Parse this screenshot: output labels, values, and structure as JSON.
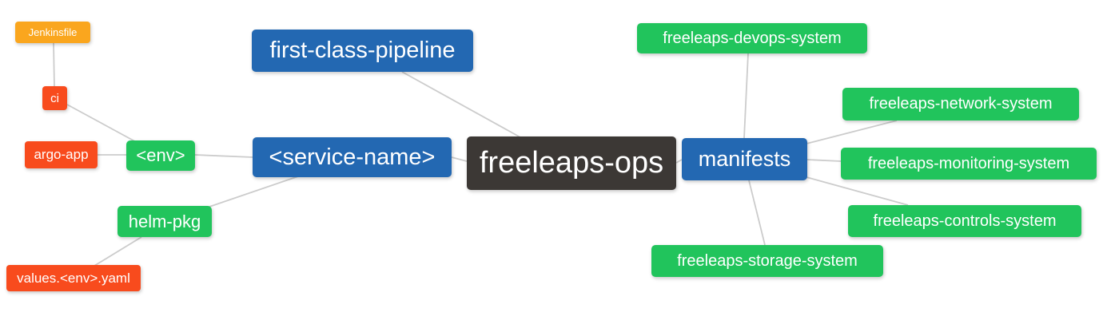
{
  "diagram": {
    "title": "freeleaps-ops repository structure mind map",
    "palette": {
      "root_dark": "#3C3835",
      "branch_blue": "#2368B2",
      "leaf_green": "#21C45C",
      "leaf_red": "#F84B1D",
      "leaf_amber": "#FAA61E",
      "edge_gray": "#CCCCCC",
      "text": "#FFFFFF",
      "background": "#FFFFFF"
    },
    "nodes": {
      "freeleaps_ops": {
        "label": "freeleaps-ops",
        "color": "#3C3835"
      },
      "first_class_pipeline": {
        "label": "first-class-pipeline",
        "color": "#2368B2"
      },
      "service_name": {
        "label": "<service-name>",
        "color": "#2368B2"
      },
      "manifests": {
        "label": "manifests",
        "color": "#2368B2"
      },
      "env": {
        "label": "<env>",
        "color": "#21C45C"
      },
      "helm_pkg": {
        "label": "helm-pkg",
        "color": "#21C45C"
      },
      "ci": {
        "label": "ci",
        "color": "#F84B1D"
      },
      "argo_app": {
        "label": "argo-app",
        "color": "#F84B1D"
      },
      "jenkinsfile": {
        "label": "Jenkinsfile",
        "color": "#FAA61E"
      },
      "values_env_yaml": {
        "label": "values.<env>.yaml",
        "color": "#F84B1D"
      },
      "devops_system": {
        "label": "freeleaps-devops-system",
        "color": "#21C45C"
      },
      "network_system": {
        "label": "freeleaps-network-system",
        "color": "#21C45C"
      },
      "monitoring_system": {
        "label": "freeleaps-monitoring-system",
        "color": "#21C45C"
      },
      "controls_system": {
        "label": "freeleaps-controls-system",
        "color": "#21C45C"
      },
      "storage_system": {
        "label": "freeleaps-storage-system",
        "color": "#21C45C"
      }
    },
    "edges": [
      {
        "from": "freeleaps_ops",
        "to": "first_class_pipeline"
      },
      {
        "from": "freeleaps_ops",
        "to": "service_name"
      },
      {
        "from": "freeleaps_ops",
        "to": "manifests"
      },
      {
        "from": "service_name",
        "to": "env"
      },
      {
        "from": "service_name",
        "to": "helm_pkg"
      },
      {
        "from": "env",
        "to": "ci"
      },
      {
        "from": "env",
        "to": "argo_app"
      },
      {
        "from": "ci",
        "to": "jenkinsfile"
      },
      {
        "from": "helm_pkg",
        "to": "values_env_yaml"
      },
      {
        "from": "manifests",
        "to": "devops_system"
      },
      {
        "from": "manifests",
        "to": "network_system"
      },
      {
        "from": "manifests",
        "to": "monitoring_system"
      },
      {
        "from": "manifests",
        "to": "controls_system"
      },
      {
        "from": "manifests",
        "to": "storage_system"
      }
    ]
  }
}
